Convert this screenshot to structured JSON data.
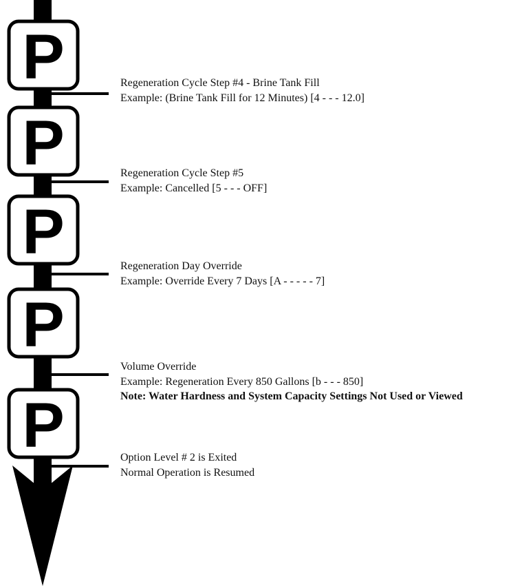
{
  "key_label": "P",
  "steps": [
    {
      "title": "Regeneration Cycle Step #4 - Brine Tank Fill",
      "example": "Example: (Brine Tank Fill for 12 Minutes)    [4 - - - 12.0]"
    },
    {
      "title": "Regeneration Cycle Step #5",
      "example": "Example: Cancelled    [5 - - - OFF]"
    },
    {
      "title": "Regeneration Day Override",
      "example": "Example: Override Every 7 Days [A - - - - - 7]"
    },
    {
      "title": "Volume Override",
      "example": "Example: Regeneration Every 850 Gallons [b - - - 850]",
      "note": "Note: Water Hardness and System Capacity Settings Not Used or Viewed"
    },
    {
      "title": "Option Level # 2 is Exited",
      "example": "Normal Operation is Resumed"
    }
  ]
}
